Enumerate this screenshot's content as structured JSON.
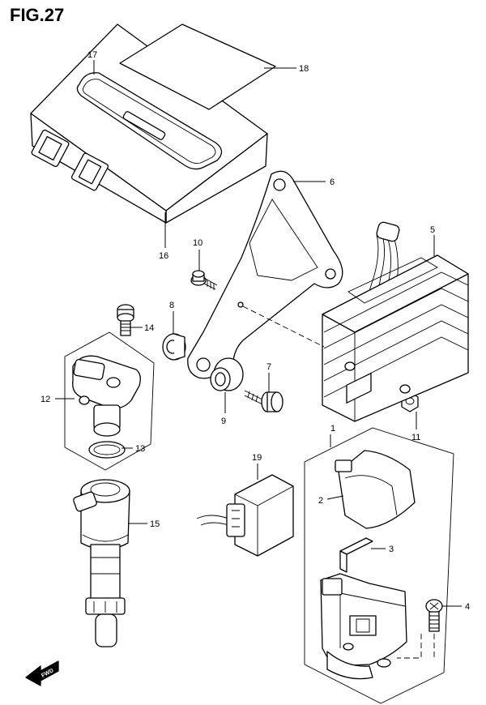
{
  "figure": {
    "title": "FIG.27"
  },
  "callouts": [
    "1",
    "2",
    "3",
    "4",
    "5",
    "6",
    "7",
    "8",
    "9",
    "10",
    "11",
    "12",
    "13",
    "14",
    "15",
    "16",
    "17",
    "18",
    "19"
  ],
  "fwd_label": "FWD"
}
